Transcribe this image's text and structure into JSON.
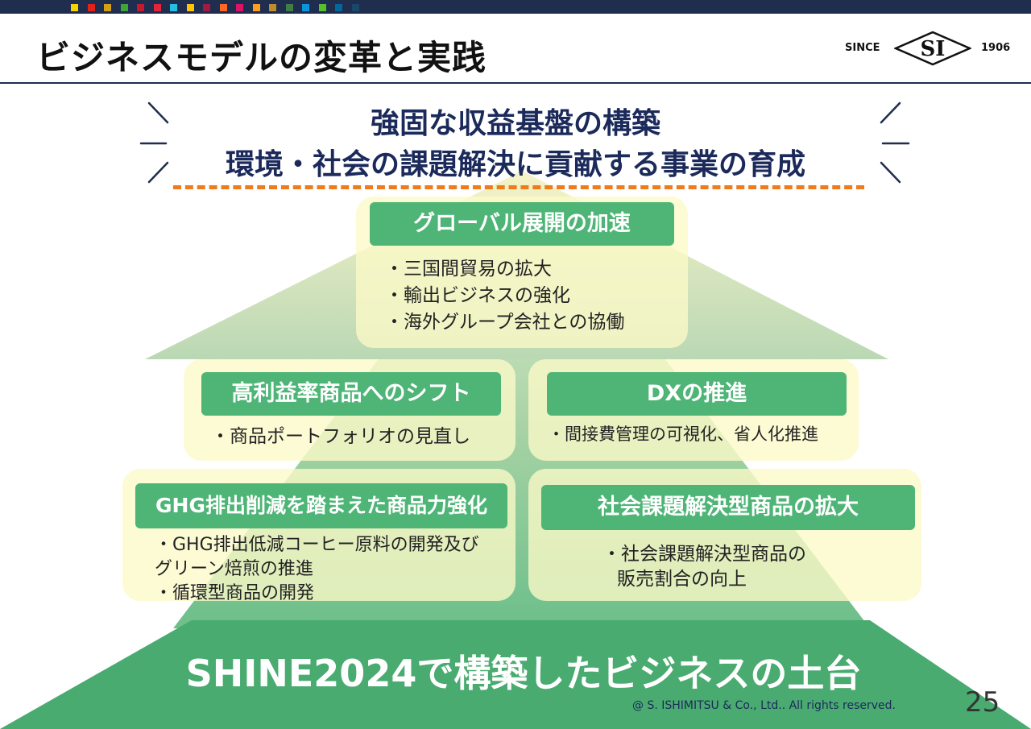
{
  "header": {
    "title": "ビジネスモデルの変革と実践",
    "since_label": "SINCE",
    "year_label": "1906",
    "logo_text": "SI",
    "accent_colors": [
      "#f5d300",
      "#e2231a",
      "#d4a017",
      "#3fa535",
      "#c5192d",
      "#e5243b",
      "#26bde2",
      "#fcc30b",
      "#a21942",
      "#fd6925",
      "#dd1367",
      "#fd9d24",
      "#bf8b2e",
      "#3f7e44",
      "#0a97d9",
      "#56c02b",
      "#00689d",
      "#19486a"
    ]
  },
  "headline": {
    "line1": "強固な収益基盤の構築",
    "line2": "環境・社会の課題解決に貢献する事業の育成"
  },
  "pyramid": {
    "top": {
      "label": "グローバル展開の加速",
      "bullets": [
        "・三国間貿易の拡大",
        "・輸出ビジネスの強化",
        "・海外グループ会社との協働"
      ]
    },
    "middle_left": {
      "label": "高利益率商品へのシフト",
      "bullets": [
        "・商品ポートフォリオの見直し"
      ]
    },
    "middle_right": {
      "label": "DXの推進",
      "bullets": [
        "・間接費管理の可視化、省人化推進"
      ]
    },
    "bottom_left": {
      "label": "GHG排出削減を踏まえた商品力強化",
      "bullets": [
        "・GHG排出低減コーヒー原料の開発及び",
        "グリーン焙煎の推進",
        "・循環型商品の開発"
      ]
    },
    "bottom_right": {
      "label": "社会課題解決型商品の拡大",
      "bullets": [
        "・社会課題解決型商品の",
        "販売割合の向上"
      ]
    },
    "base_label": "SHINE2024で構築したビジネスの土台"
  },
  "footer": {
    "copyright": "@ S. ISHIMITSU & Co., Ltd.. All rights reserved.",
    "page_number": "25"
  },
  "colors": {
    "navy": "#1f2d4e",
    "headline": "#1b2a5a",
    "green": "#4eb577",
    "orange_dash": "#ef7b1a",
    "panel_yellow": "#fcf9c8"
  }
}
